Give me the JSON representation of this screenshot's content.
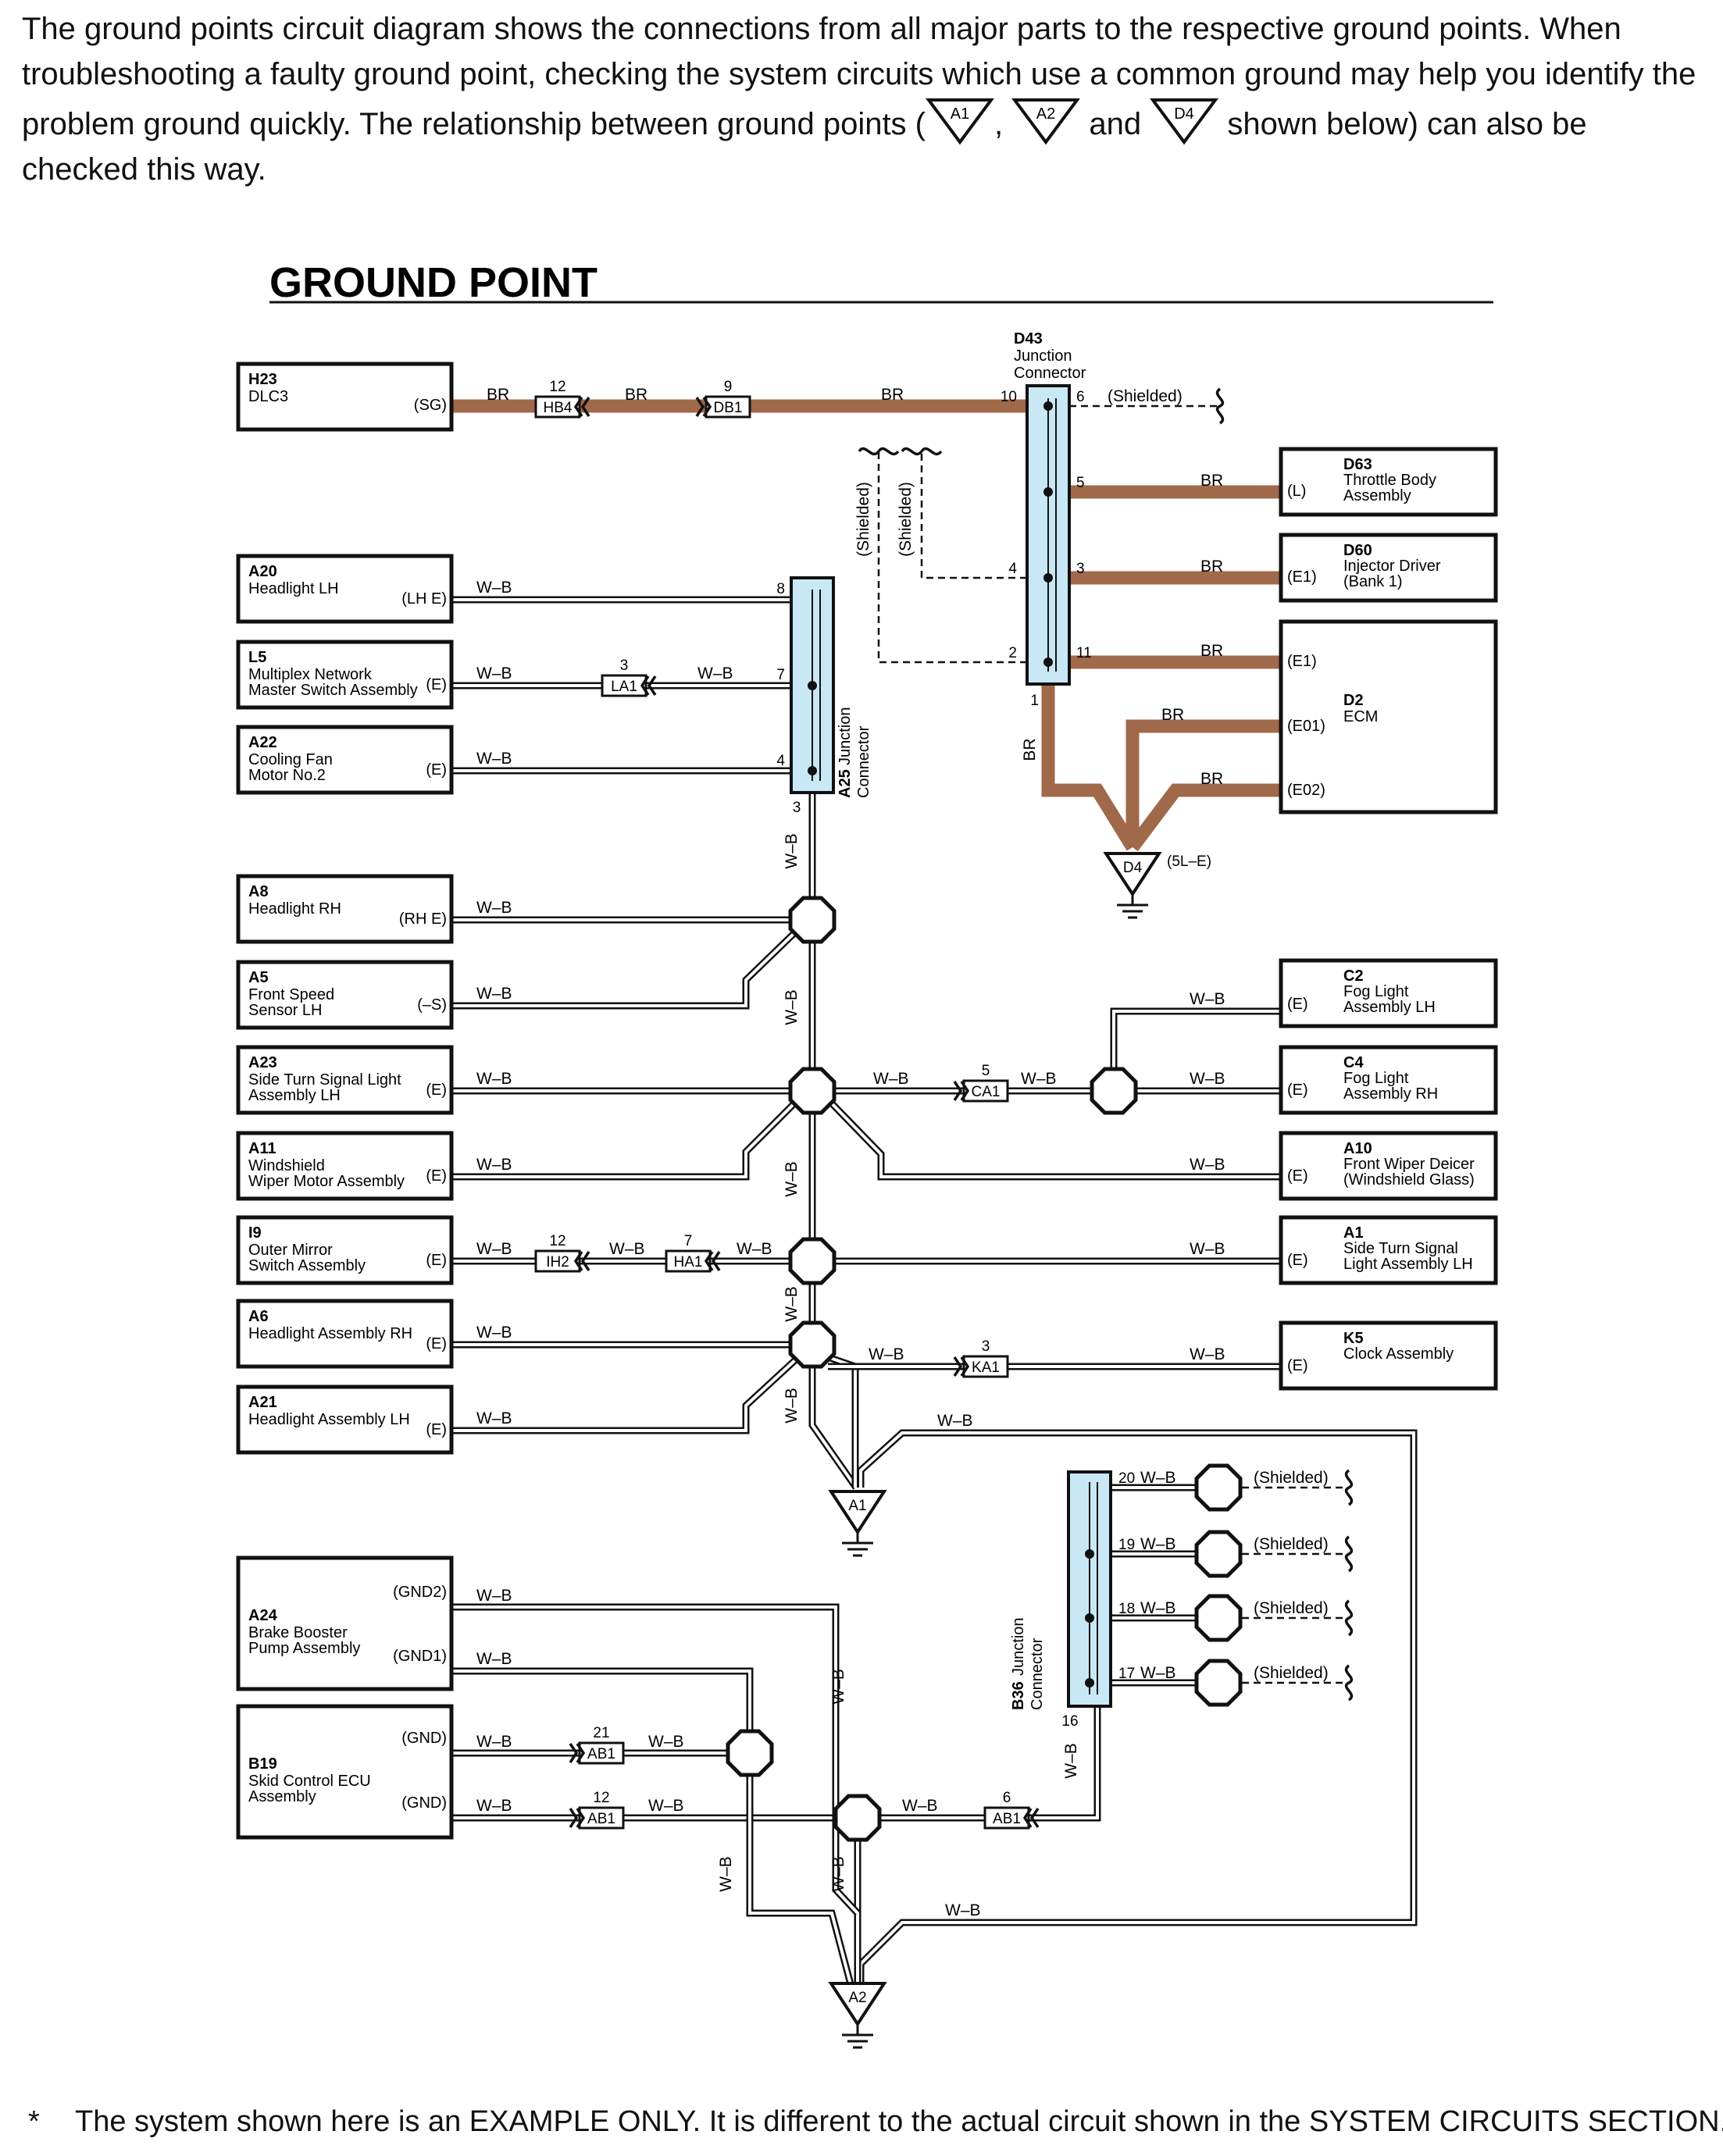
{
  "intro": {
    "part1": "The ground points circuit diagram shows the connections from all major parts to the respective ground points. When troubleshooting a faulty ground point, checking the system circuits which use a common ground may help you identify the problem ground quickly. The relationship between ground points (",
    "gp1": "A1",
    "sep": ",",
    "gp2": "A2",
    "and": "and",
    "gp3": "D4",
    "part2": "shown below) can also be checked this way."
  },
  "diagram": {
    "title": "GROUND POINT",
    "wire_colors": {
      "BR": "#a0694a",
      "W-B": "#ffffff"
    },
    "components": {
      "H23": {
        "code": "H23",
        "name": [
          "DLC3"
        ],
        "pin": "(SG)"
      },
      "A20": {
        "code": "A20",
        "name": [
          "Headlight LH"
        ],
        "pin": "(LH E)"
      },
      "L5": {
        "code": "L5",
        "name": [
          "Multiplex Network",
          "Master Switch Assembly"
        ],
        "pin": "(E)"
      },
      "A22": {
        "code": "A22",
        "name": [
          "Cooling Fan",
          "Motor No.2"
        ],
        "pin": "(E)"
      },
      "A8": {
        "code": "A8",
        "name": [
          "Headlight RH"
        ],
        "pin": "(RH E)"
      },
      "A5": {
        "code": "A5",
        "name": [
          "Front Speed",
          "Sensor LH"
        ],
        "pin": "(–S)"
      },
      "A23": {
        "code": "A23",
        "name": [
          "Side Turn Signal Light",
          "Assembly LH"
        ],
        "pin": "(E)"
      },
      "A11": {
        "code": "A11",
        "name": [
          "Windshield",
          "Wiper Motor Assembly"
        ],
        "pin": "(E)"
      },
      "I9": {
        "code": "I9",
        "name": [
          "Outer Mirror",
          "Switch Assembly"
        ],
        "pin": "(E)"
      },
      "A6": {
        "code": "A6",
        "name": [
          "Headlight Assembly RH"
        ],
        "pin": "(E)"
      },
      "A21": {
        "code": "A21",
        "name": [
          "Headlight Assembly LH"
        ],
        "pin": "(E)"
      },
      "A24": {
        "code": "A24",
        "name": [
          "Brake Booster",
          "Pump Assembly"
        ],
        "pin_top": "(GND2)",
        "pin_bottom": "(GND1)"
      },
      "B19": {
        "code": "B19",
        "name": [
          "Skid Control ECU",
          "Assembly"
        ],
        "pin_top": "(GND)",
        "pin_bottom": "(GND)"
      },
      "D63": {
        "code": "D63",
        "name": [
          "Throttle Body",
          "Assembly"
        ],
        "pin": "(L)"
      },
      "D60": {
        "code": "D60",
        "name": [
          "Injector Driver",
          "(Bank 1)"
        ],
        "pin": "(E1)"
      },
      "D2": {
        "code": "D2",
        "name": [
          "ECM"
        ],
        "pins": [
          "(E1)",
          "(E01)",
          "(E02)"
        ]
      },
      "C2": {
        "code": "C2",
        "name": [
          "Fog Light",
          "Assembly LH"
        ],
        "pin": "(E)"
      },
      "C4": {
        "code": "C4",
        "name": [
          "Fog Light",
          "Assembly RH"
        ],
        "pin": "(E)"
      },
      "A10": {
        "code": "A10",
        "name": [
          "Front Wiper Deicer",
          "(Windshield Glass)"
        ],
        "pin": "(E)"
      },
      "A1c": {
        "code": "A1",
        "name": [
          "Side Turn Signal",
          "Light Assembly LH"
        ],
        "pin": "(E)"
      },
      "K5": {
        "code": "K5",
        "name": [
          "Clock Assembly"
        ],
        "pin": "(E)"
      }
    },
    "junctions": {
      "D43": {
        "code": "D43",
        "name": [
          "Junction",
          "Connector"
        ]
      },
      "A25": {
        "code": "A25",
        "name": [
          "Junction",
          "Connector"
        ]
      },
      "B36": {
        "code": "B36",
        "name": [
          "Junction",
          "Connector"
        ]
      }
    },
    "wire_labels": {
      "br": "BR",
      "wb": "W–B",
      "shielded": "(Shielded)"
    },
    "connectors": {
      "HB4": {
        "code": "HB4",
        "pin": "12"
      },
      "DB1": {
        "code": "DB1",
        "pin": "9"
      },
      "LA1": {
        "code": "LA1",
        "pin": "3"
      },
      "CA1": {
        "code": "CA1",
        "pin": "5"
      },
      "IH2": {
        "code": "IH2",
        "pin": "12"
      },
      "HA1": {
        "code": "HA1",
        "pin": "7"
      },
      "KA1": {
        "code": "KA1",
        "pin": "3"
      },
      "AB1a": {
        "code": "AB1",
        "pin": "21"
      },
      "AB1b": {
        "code": "AB1",
        "pin": "12"
      },
      "AB1c": {
        "code": "AB1",
        "pin": "6"
      }
    },
    "pins": {
      "d43": [
        "10",
        "6",
        "5",
        "4",
        "3",
        "2",
        "11",
        "1"
      ],
      "a25": [
        "8",
        "7",
        "4",
        "3"
      ],
      "b36": [
        "20",
        "19",
        "18",
        "17",
        "16"
      ]
    },
    "grounds": {
      "D4": {
        "code": "D4",
        "note": "(5L–E)"
      },
      "A1": {
        "code": "A1"
      },
      "A2": {
        "code": "A2"
      }
    }
  },
  "footnote": {
    "star": "*",
    "text": "The system shown here is an EXAMPLE ONLY. It is different to the actual circuit shown in the SYSTEM CIRCUITS SECTION."
  }
}
